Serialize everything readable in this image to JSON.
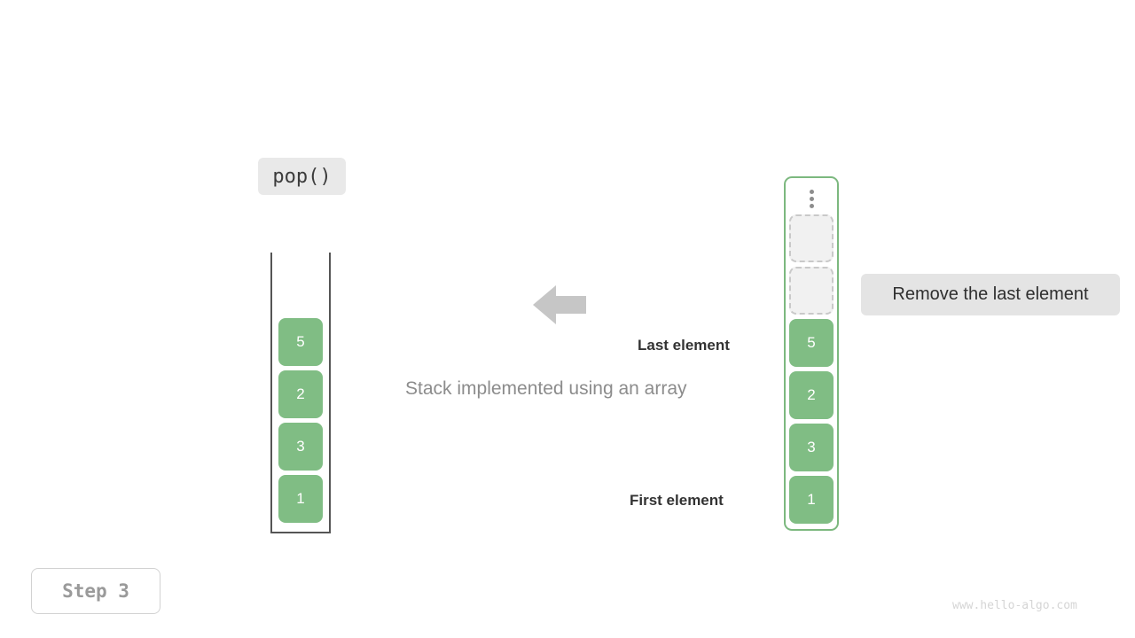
{
  "operation": {
    "label": "pop()"
  },
  "caption": "Stack implemented using an array",
  "tooltip": {
    "text": "Remove the last element"
  },
  "annotations": {
    "last_element": "Last element",
    "first_element": "First element"
  },
  "step": {
    "label": "Step 3"
  },
  "watermark": "www.hello-algo.com",
  "arrow": {
    "icon": "arrow-left-icon",
    "color": "#c6c6c6",
    "direction": "left"
  },
  "colors": {
    "cell_fill": "#80bd84",
    "cell_text": "#ffffff",
    "array_border": "#7cb87f",
    "stack_border": "#555555",
    "empty_slot_fill": "#f1f1f1",
    "empty_slot_border": "#c9c9c9",
    "label_bg": "#e9e9e9",
    "tooltip_bg": "#e4e4e4"
  },
  "stack_view": {
    "name": "stack",
    "shape": "u-container-open-top",
    "cells": [
      {
        "value": "5"
      },
      {
        "value": "2"
      },
      {
        "value": "3"
      },
      {
        "value": "1"
      }
    ]
  },
  "array_view": {
    "name": "array",
    "ellipsis_icon": "vertical-ellipsis-icon",
    "empty_slots": 2,
    "cells": [
      {
        "value": "5"
      },
      {
        "value": "2"
      },
      {
        "value": "3"
      },
      {
        "value": "1"
      }
    ]
  }
}
